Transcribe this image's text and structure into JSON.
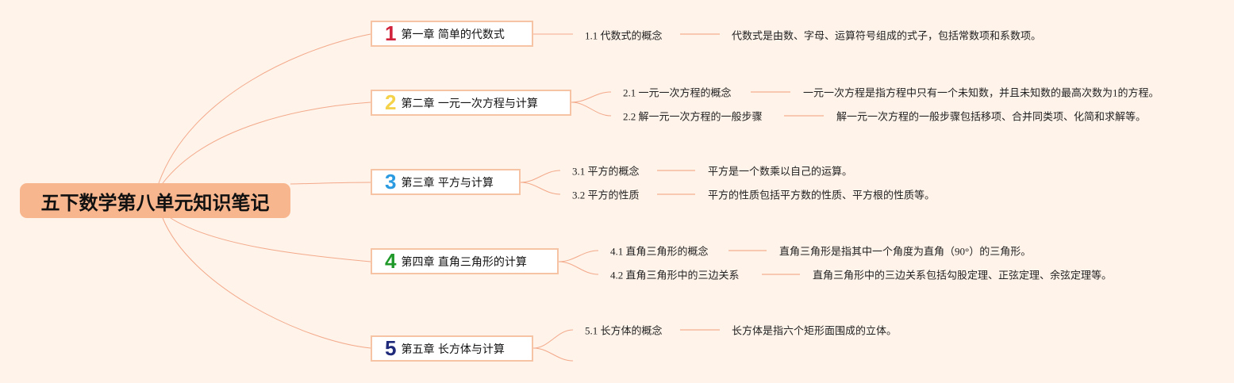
{
  "root": {
    "title": "五下数学第八单元知识笔记"
  },
  "colors": {
    "background": "#fff3ea",
    "root": "#f8b68e",
    "line": "#f3a98a",
    "n1": "#d0223a",
    "n2": "#f4d24a",
    "n3": "#2a9be0",
    "n4": "#1f9a2a",
    "n5": "#1f2a7a"
  },
  "chapters": [
    {
      "num": "1",
      "title": "第一章 简单的代数式",
      "topics": [
        {
          "label": "1.1 代数式的概念",
          "desc": "代数式是由数、字母、运算符号组成的式子，包括常数项和系数项。"
        }
      ]
    },
    {
      "num": "2",
      "title": "第二章 一元一次方程与计算",
      "topics": [
        {
          "label": "2.1 一元一次方程的概念",
          "desc": "一元一次方程是指方程中只有一个未知数，并且未知数的最高次数为1的方程。"
        },
        {
          "label": "2.2 解一元一次方程的一般步骤",
          "desc": "解一元一次方程的一般步骤包括移项、合并同类项、化简和求解等。"
        }
      ]
    },
    {
      "num": "3",
      "title": "第三章 平方与计算",
      "topics": [
        {
          "label": "3.1 平方的概念",
          "desc": "平方是一个数乘以自己的运算。"
        },
        {
          "label": "3.2 平方的性质",
          "desc": "平方的性质包括平方数的性质、平方根的性质等。"
        }
      ]
    },
    {
      "num": "4",
      "title": "第四章 直角三角形的计算",
      "topics": [
        {
          "label": "4.1 直角三角形的概念",
          "desc": "直角三角形是指其中一个角度为直角（90°）的三角形。"
        },
        {
          "label": "4.2 直角三角形中的三边关系",
          "desc": "直角三角形中的三边关系包括勾股定理、正弦定理、余弦定理等。"
        }
      ]
    },
    {
      "num": "5",
      "title": "第五章 长方体与计算",
      "topics": [
        {
          "label": "5.1 长方体的概念",
          "desc": "长方体是指六个矩形面围成的立体。"
        }
      ]
    }
  ]
}
